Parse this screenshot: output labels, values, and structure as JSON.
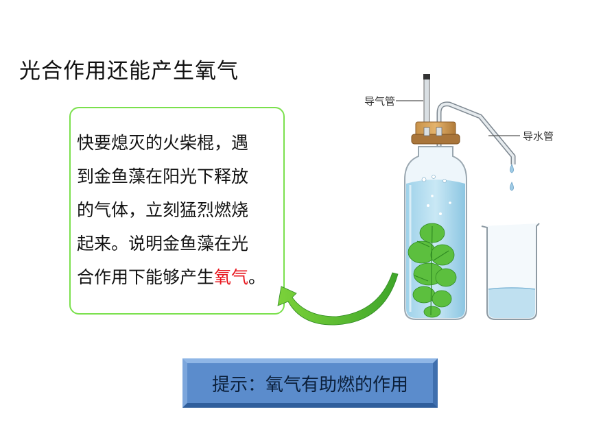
{
  "title": "光合作用还能产生氧气",
  "callout": {
    "lines": [
      "快要熄灭的火柴棍，遇",
      "到金鱼藻在阳光下释放",
      "的气体，立刻猛烈燃烧",
      "起来。说明金鱼藻在光"
    ],
    "last_line_prefix": "合作用下能够产生",
    "highlight": "氧气",
    "last_line_suffix": "。",
    "highlight_color": "#e8141c",
    "border_color": "#7ae04c"
  },
  "hint": {
    "text": "提示：氧气有助燃的作用",
    "color": "#5b8ccc"
  },
  "illustration": {
    "label_gas_tube": "导气管",
    "label_water_tube": "导水管"
  },
  "icons": [
    "curved-arrow-icon",
    "water-drop-icon"
  ]
}
